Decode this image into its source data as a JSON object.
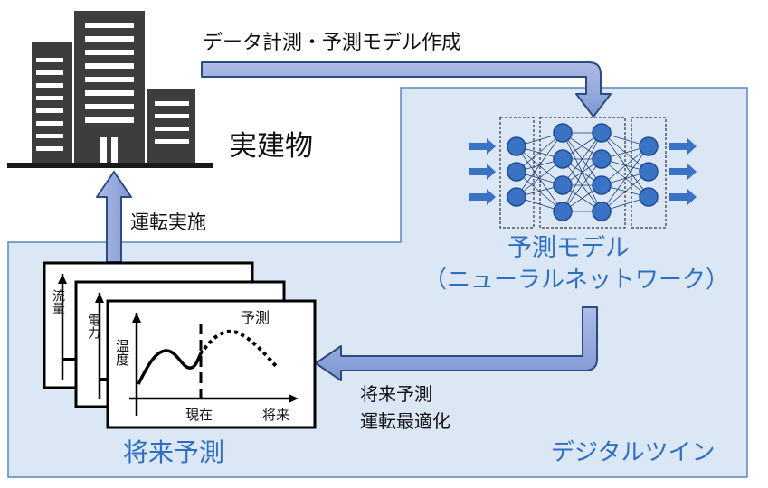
{
  "diagram": {
    "building_label": "実建物",
    "measure_arrow_label": "データ計測・予測モデル作成",
    "operation_arrow_label": "運転実施",
    "model_label_line1": "予測モデル",
    "model_label_line2": "（ニューラルネットワーク）",
    "forecast_arrow_line1": "将来予測",
    "forecast_arrow_line2": "運転最適化",
    "forecast_title": "将来予測",
    "digital_twin_label": "デジタルツイン",
    "charts": {
      "back_ylabel": "流量",
      "middle_ylabel": "電力",
      "front_ylabel": "温度",
      "prediction_label": "予測",
      "now_label": "現在",
      "future_label": "将来"
    }
  },
  "colors": {
    "region_fill": "#dce7f5",
    "region_stroke": "#5b86bf",
    "arrow_fill": "#8ea5d9",
    "arrow_stroke": "#2e4a82",
    "node_fill": "#3a73c6",
    "node_stroke": "#1f4e91",
    "label_blue": "#2f6fc0",
    "building": "#3d3d3d"
  },
  "icons": [
    "building-icon",
    "neural-network-icon",
    "line-chart-icon"
  ]
}
